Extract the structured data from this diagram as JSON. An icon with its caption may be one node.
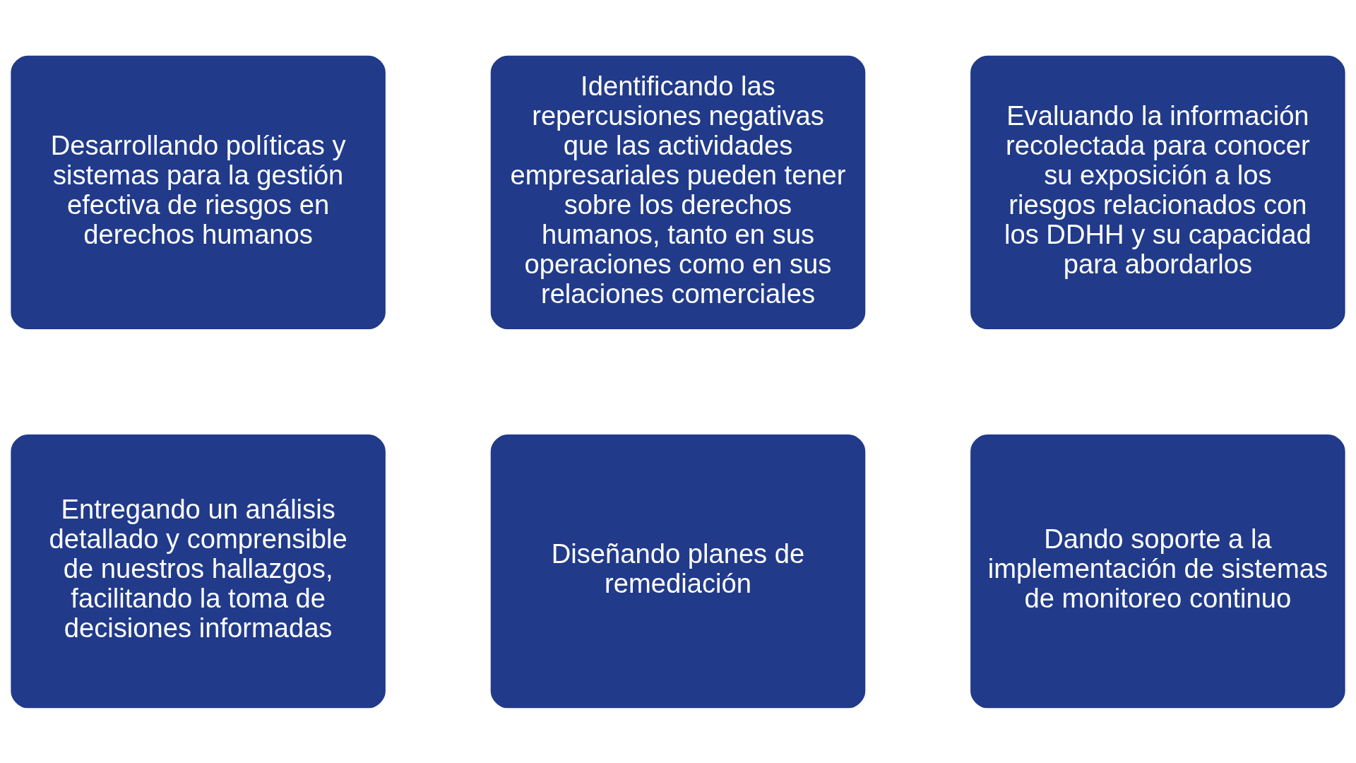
{
  "diagram": {
    "nodes": [
      {
        "text": [
          "Desarrollando políticas y sistemas para la gestión efectiva de riesgos en derechos humanos"
        ]
      },
      {
        "text": [
          "Identificando las repercusiones negativas que las actividades empresariales pueden tener sobre los derechos humanos, tanto en sus operaciones como en sus relaciones comerciales"
        ]
      },
      {
        "text": [
          "Evaluando la información recolectada para conocer su exposición a los riesgos relacionados con los DDHH y su capacidad para abordarlos"
        ]
      },
      {
        "text": [
          "Entregando un análisis detallado y comprensible de nuestros hallazgos, facilitando la toma de decisiones informadas"
        ]
      },
      {
        "text": [
          "Diseñando planes de remediación"
        ]
      },
      {
        "text": [
          "Dando soporte a la implementación de sistemas de monitoreo continuo"
        ]
      }
    ]
  }
}
